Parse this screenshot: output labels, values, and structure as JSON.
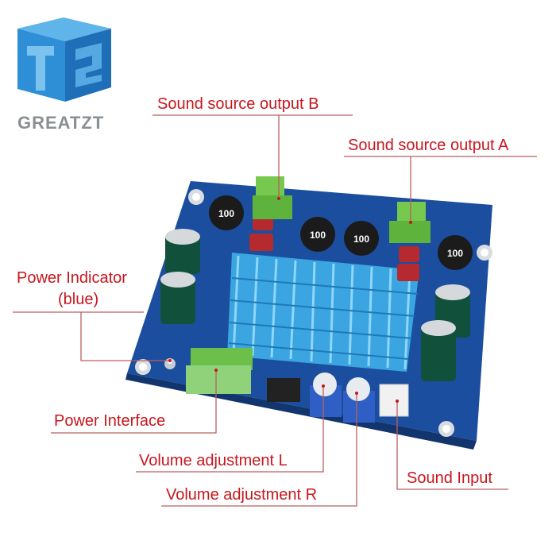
{
  "brand": {
    "name": "GREATZT",
    "logo_letters": "T2",
    "logo_color": "#2b8fd6"
  },
  "product": {
    "description_marks": [
      "100",
      "100",
      "100",
      "100"
    ]
  },
  "labels": {
    "output_b": "Sound source output B",
    "output_a": "Sound source output A",
    "power_indicator_line1": "Power Indicator",
    "power_indicator_line2": "(blue)",
    "power_interface": "Power Interface",
    "volume_l": "Volume adjustment L",
    "volume_r": "Volume adjustment R",
    "sound_input": "Sound Input"
  },
  "colors": {
    "label": "#c8161d",
    "leader": "#b9605f",
    "pcb": "#1a4c9a",
    "heatsink": "#4bb4e8",
    "terminal": "#6cc04a"
  }
}
